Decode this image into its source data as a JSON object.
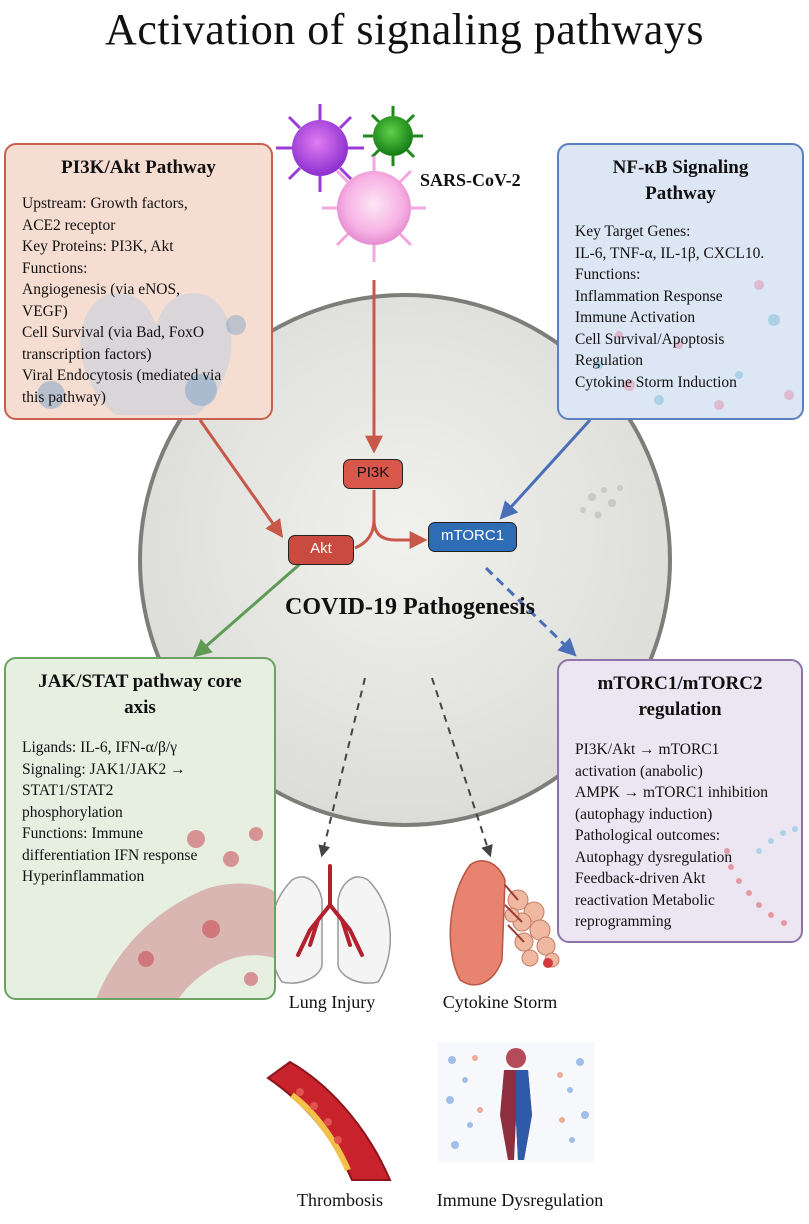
{
  "title": "Activation of signaling pathways",
  "virus_label": "SARS-CoV-2",
  "center_label": "COVID-19 Pathogenesis",
  "nodes": {
    "pi3k": "PI3K",
    "akt": "Akt",
    "mtorc1": "mTORC1"
  },
  "pi3k_box": {
    "title": "PI3K/Akt Pathway",
    "lines": [
      "Upstream: Growth factors,",
      "ACE2 receptor",
      "Key Proteins: PI3K, Akt",
      "Functions:",
      "Angiogenesis (via eNOS,",
      "VEGF)",
      "Cell Survival (via Bad, FoxO",
      "transcription factors)",
      "Viral Endocytosis (mediated via",
      "this pathway)"
    ]
  },
  "nfkb_box": {
    "title": "NF-κB Signaling Pathway",
    "lines": [
      "Key Target Genes:",
      "IL-6, TNF-α, IL-1β, CXCL10.",
      "Functions:",
      "Inflammation Response",
      "Immune Activation",
      "Cell Survival/Apoptosis",
      "Regulation",
      "Cytokine Storm Induction"
    ]
  },
  "jak_box": {
    "title": "JAK/STAT pathway core axis",
    "lines": [
      "Ligands: IL-6, IFN-α/β/γ",
      "Signaling: JAK1/JAK2 →",
      "STAT1/STAT2",
      "phosphorylation",
      "Functions: Immune",
      "differentiation IFN response",
      "Hyperinflammation"
    ]
  },
  "mtor_box": {
    "title": "mTORC1/mTORC2 regulation",
    "lines": [
      "PI3K/Akt → mTORC1",
      "activation (anabolic)",
      "AMPK → mTORC1 inhibition",
      "(autophagy induction)",
      "Pathological outcomes:",
      "Autophagy dysregulation",
      "Feedback-driven Akt",
      "reactivation  Metabolic",
      "reprogramming"
    ]
  },
  "outcomes": {
    "lung": "Lung Injury",
    "cytokine": "Cytokine Storm",
    "thrombosis": "Thrombosis",
    "immune": "Immune Dysregulation"
  },
  "colors": {
    "red_arrow": "#c8584a",
    "blue_arrow": "#4a6fb8",
    "green_arrow": "#5f9a57",
    "circle_fill": "#e6e6e3",
    "circle_stroke": "#7d7d7a"
  }
}
